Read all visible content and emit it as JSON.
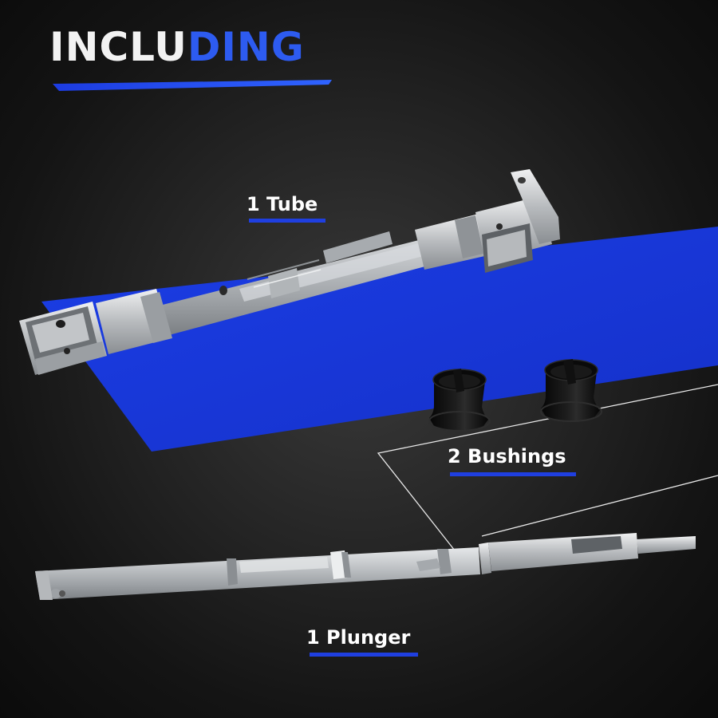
{
  "title": {
    "part_white": "INCLU",
    "part_blue": "DING"
  },
  "items": [
    {
      "label": "1 Tube"
    },
    {
      "label": "2 Bushings"
    },
    {
      "label": "1 Plunger"
    }
  ],
  "colors": {
    "accent_blue": "#1f3fe0",
    "title_blue": "#2d5bf0",
    "metal": "#c9ccd0",
    "bushing": "#0c0c0c"
  }
}
